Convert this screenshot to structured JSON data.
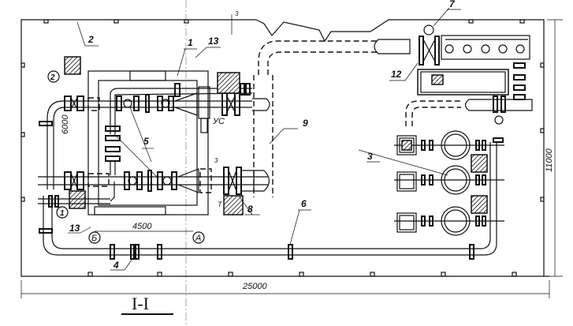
{
  "drawing": {
    "section_title": "I-I",
    "dimensions": {
      "width": "25000",
      "height": "11000",
      "vertical_left": "6000",
      "horizontal_axes": "4500"
    },
    "axes": {
      "a": "А",
      "b": "Б"
    },
    "marks": {
      "us": "УС",
      "t": "Т",
      "level": "3",
      "level2": "3"
    },
    "callouts": [
      "1",
      "2",
      "3",
      "4",
      "5",
      "6",
      "7",
      "8",
      "9",
      "12",
      "13",
      "13"
    ],
    "circled": [
      "1",
      "2"
    ]
  }
}
